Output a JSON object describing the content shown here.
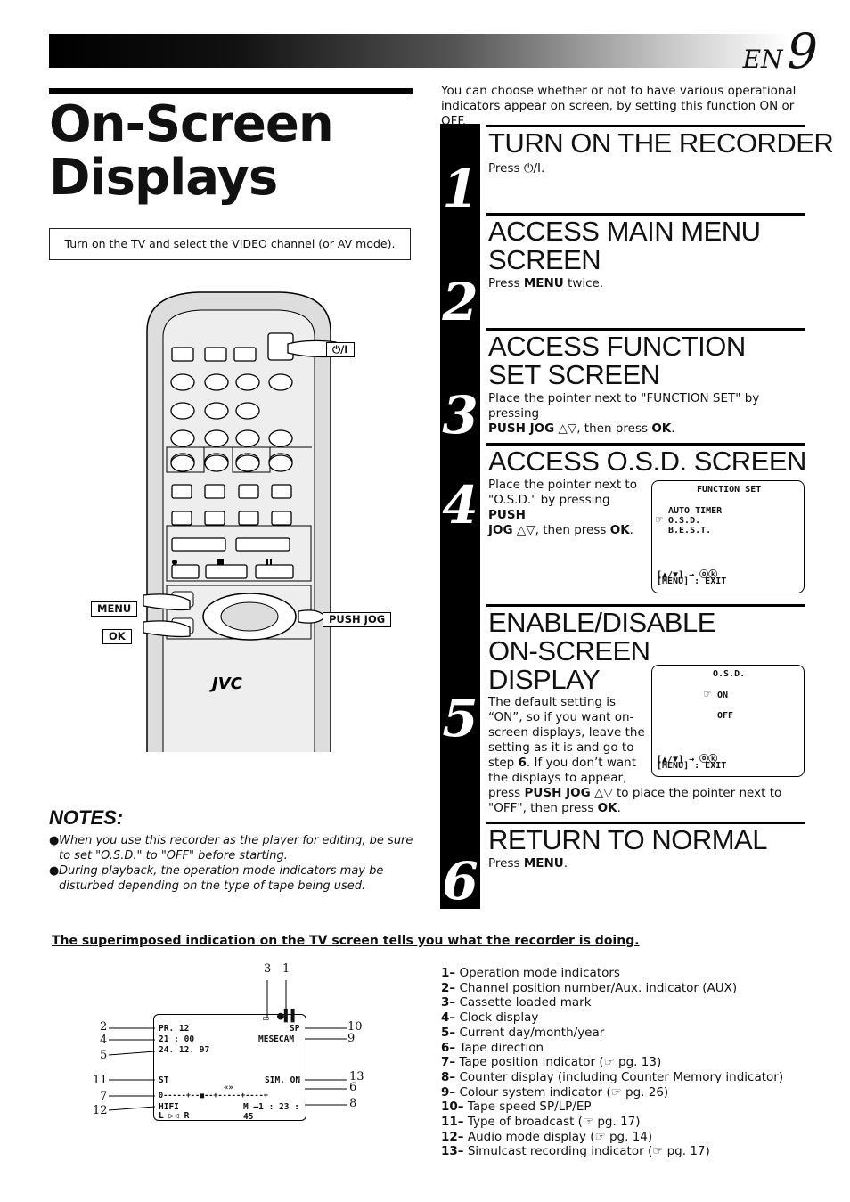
{
  "header": {
    "lang": "EN",
    "page": "9"
  },
  "title": {
    "line1": "On-Screen",
    "line2": "Displays"
  },
  "intro_box": "Turn on the TV and select the VIDEO channel (or AV mode).",
  "intro_text": "You can choose whether or not to have various operational indicators appear on screen, by setting this function ON or OFF.",
  "remote": {
    "power_label": "⏻/I",
    "menu_label": "MENU",
    "ok_label": "OK",
    "pushjog_label": "PUSH JOG",
    "brand": "JVC"
  },
  "steps": [
    {
      "num": "1",
      "heading": "Turn on the recorder",
      "text": "Press ⏻/I."
    },
    {
      "num": "2",
      "heading": "Access Main Menu screen",
      "pre": "Press ",
      "bold": "MENU",
      "post": " twice."
    },
    {
      "num": "3",
      "heading": "Access Function Set screen",
      "text": "Place the pointer next to \"FUNCTION SET\" by pressing",
      "bold": "PUSH JOG",
      "mid": " △▽, then press ",
      "bold2": "OK",
      "end": "."
    },
    {
      "num": "4",
      "heading": "Access O.S.D. screen",
      "l1": "Place the pointer next to",
      "l2": "\"O.S.D.\" by pressing ",
      "l2b": "PUSH",
      "l3b": "JOG",
      "l3": " △▽, then press ",
      "l3b2": "OK",
      "l3e": "."
    },
    {
      "num": "5",
      "heading1": "Enable/Disable",
      "heading2": "On-Screen",
      "heading3": "Display",
      "lines": [
        "The default setting is",
        "“ON”, so if you want on-",
        "screen displays, leave the",
        "setting as it is and go to"
      ],
      "l5a": "step ",
      "l5b": "6",
      "l5c": ". If you don’t want",
      "l6": "the displays to appear,",
      "l7a": "press ",
      "l7b": "PUSH JOG",
      "l7c": " △▽ to place the pointer next to",
      "l8a": "\"OFF\", then press ",
      "l8b": "OK",
      "l8c": "."
    },
    {
      "num": "6",
      "heading": "Return to normal",
      "pre": "Press ",
      "bold": "MENU",
      "post": "."
    }
  ],
  "osd_function": {
    "title": "FUNCTION SET",
    "items": [
      "AUTO TIMER",
      "O.S.D.",
      "B.E.S.T."
    ],
    "nav": "[▲/▼] → ⓞⓚ",
    "exit": "[MENU] : EXIT"
  },
  "osd_osd": {
    "title": "O.S.D.",
    "on": "ON",
    "off": "OFF",
    "nav": "[▲/▼] → ⓞⓚ",
    "exit": "[MENU] : EXIT"
  },
  "notes": {
    "heading": "NOTES:",
    "items": [
      "When you use this recorder as the player for editing, be sure to set \"O.S.D.\" to  \"OFF\" before starting.",
      "During playback, the operation mode indicators may be disturbed depending on the type of tape being used."
    ]
  },
  "superimposed_heading": "The superimposed indication on the TV screen tells you what the recorder is doing.",
  "tv_screen": {
    "pr": "PR.  12",
    "time": "21 : 00",
    "date": "24. 12. 97",
    "sp": "SP",
    "system": "MESECAM",
    "st": "ST",
    "sim": "SIM. ON",
    "tape": "0-----+--■--+-----+----+",
    "hifi": "HIFI",
    "counter": "M –1 : 23 : 45",
    "lr": "L ▷◁ R"
  },
  "callouts": {
    "c3": "3",
    "c1": "1",
    "c2": "2",
    "c4": "4",
    "c5": "5",
    "c11": "11",
    "c7": "7",
    "c12": "12",
    "c10": "10",
    "c9": "9",
    "c13": "13",
    "c6": "6",
    "c8": "8"
  },
  "legend": [
    {
      "n": "1–",
      "t": "Operation mode indicators"
    },
    {
      "n": "2–",
      "t": "Channel position number/Aux. indicator (AUX)"
    },
    {
      "n": "3–",
      "t": "Cassette loaded mark"
    },
    {
      "n": "4–",
      "t": "Clock display"
    },
    {
      "n": "5–",
      "t": "Current day/month/year"
    },
    {
      "n": "6–",
      "t": "Tape direction"
    },
    {
      "n": "7–",
      "t": "Tape position indicator (☞ pg. 13)"
    },
    {
      "n": "8–",
      "t": "Counter display (including Counter Memory indicator)"
    },
    {
      "n": "9–",
      "t": "Colour system indicator (☞ pg. 26)"
    },
    {
      "n": "10–",
      "t": "Tape speed SP/LP/EP"
    },
    {
      "n": "11–",
      "t": "Type of broadcast (☞ pg. 17)"
    },
    {
      "n": "12–",
      "t": "Audio mode display (☞ pg. 14)"
    },
    {
      "n": "13–",
      "t": "Simulcast recording indicator (☞ pg. 17)"
    }
  ]
}
